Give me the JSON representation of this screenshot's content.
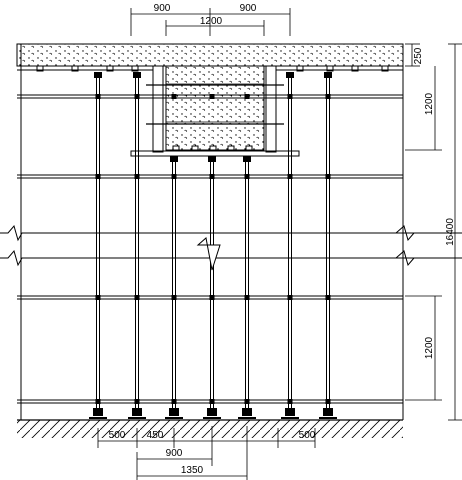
{
  "drawing": {
    "kind": "formwork-support-section",
    "line_color": "#000000",
    "background": "#ffffff",
    "concrete_hatch": "stipple",
    "ground_hatch": "diagonal",
    "break_symbols": true
  },
  "dimensions": {
    "top_left_900": "900",
    "top_right_900": "900",
    "top_1200": "1200",
    "slab_250": "250",
    "beam_1200": "1200",
    "total_16400": "16400",
    "lift_1200": "1200",
    "bottom_500_left": "500",
    "bottom_450": "450",
    "bottom_500_right": "500",
    "bottom_900": "900",
    "bottom_1350": "1350"
  }
}
